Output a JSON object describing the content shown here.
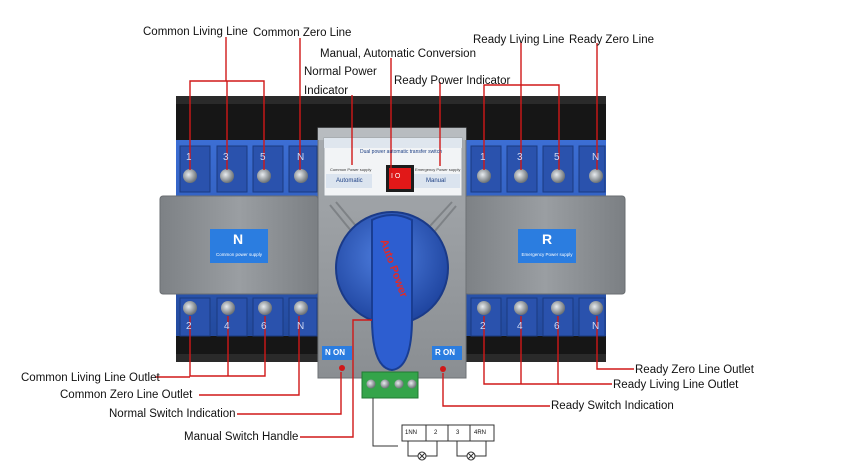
{
  "callouts": {
    "common_living_line": "Common Living Line",
    "common_zero_line": "Common Zero Line",
    "manual_automatic_conversion": "Manual, Automatic Conversion",
    "normal_power_indicator_1": "Normal Power",
    "normal_power_indicator_2": "Indicator",
    "ready_power_indicator": "Ready Power Indicator",
    "ready_living_line": "Ready Living Line",
    "ready_zero_line": "Ready Zero Line",
    "common_living_line_outlet": "Common Living Line Outlet",
    "common_zero_line_outlet": "Common Zero Line Outlet",
    "normal_switch_indication": "Normal Switch Indication",
    "manual_switch_handle": "Manual Switch Handle",
    "ready_zero_line_outlet": "Ready Zero Line Outlet",
    "ready_living_line_outlet": "Ready Living Line Outlet",
    "ready_switch_indication": "Ready Switch Indication"
  },
  "device": {
    "top_terminals_left": [
      "1",
      "3",
      "5",
      "N"
    ],
    "top_terminals_right": [
      "1",
      "3",
      "5",
      "N"
    ],
    "bottom_terminals_left": [
      "2",
      "4",
      "6",
      "N"
    ],
    "bottom_terminals_right": [
      "2",
      "4",
      "6",
      "N"
    ],
    "left_cover_letter": "N",
    "left_cover_caption": "Common power supply",
    "right_cover_letter": "R",
    "right_cover_caption": "Emergency Power supply",
    "panel_title": "Dual power automatic transfer switch",
    "panel_left_top": "Common Power supply",
    "panel_left_bottom": "Automatic",
    "panel_right_top": "Emergency Power supply",
    "panel_right_bottom": "Manual",
    "rocker_symbol": "I  O",
    "handle_text": "Auto Power",
    "n_on": "N ON",
    "r_on": "R ON",
    "diagram_cells": [
      "1NN",
      "2",
      "3",
      "4RN"
    ]
  },
  "colors": {
    "blue_body": "#2f59b8",
    "grey_cover": "#8e9296",
    "label_blue": "#2b7de0",
    "leader_red": "#d01818"
  }
}
